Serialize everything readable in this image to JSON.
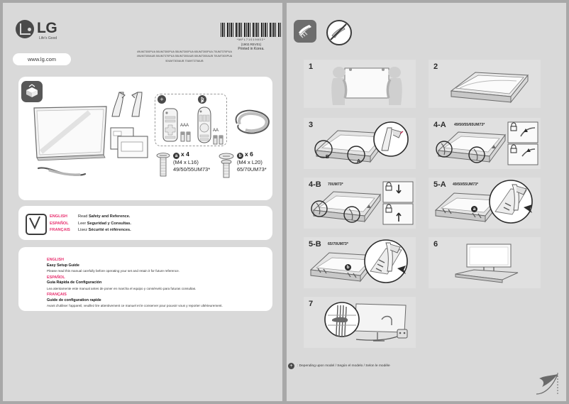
{
  "document": {
    "brand": "LG",
    "brand_tagline": "Life's Good",
    "website": "www.lg.com",
    "barcode_number": "*MFL71019802*",
    "revision": "(1902.REV01)",
    "printed_in": "Printed in Korea.",
    "model_lines": [
      "49UM7300PUA 50UM7300PUA 55UM7300PUA 65UM7300PUA 70UM7370PUA",
      "49UM7300AUB 50UM7370PUA 55UM7300AUB 65UM7300AUB 70UM7300PUA",
      "50UM7300AUB 70UM7370AUB"
    ]
  },
  "parts": {
    "box_icon": "open-box-icon",
    "items": [
      "tv-panel",
      "stand-legs",
      "manuals",
      "cable-tie",
      "cable-holder"
    ],
    "remote_standard_badge": "plus-badge",
    "remote_magic_badge": "bluetooth-badge",
    "battery_aaa": "AAA",
    "battery_aa": "AA",
    "screws": [
      {
        "chip": "a",
        "count": "x 4",
        "spec": "(M4 x L16)",
        "models": "49/50/55UM73*"
      },
      {
        "chip": "b",
        "count": "x 6",
        "spec": "(M4 x L20)",
        "models": "65/70UM73*"
      }
    ]
  },
  "safety": {
    "icon": "checkmark-manual-icon",
    "rows": [
      {
        "lang": "ENGLISH",
        "text_plain": "Read ",
        "text_bold": "Safety and Reference."
      },
      {
        "lang": "ESPAÑOL",
        "text_plain": "Leer ",
        "text_bold": "Seguridad y Consultas."
      },
      {
        "lang": "FRANÇAIS",
        "text_plain": "Lisez ",
        "text_bold": "Sécurité et références."
      }
    ]
  },
  "guide": {
    "blocks": [
      {
        "lang": "ENGLISH",
        "title": "Easy Setup Guide",
        "desc": "Please read this manual carefully before operating your set and retain it for future reference."
      },
      {
        "lang": "ESPAÑOL",
        "title": "Guía Rápida de Configuración",
        "desc": "Lea atentamente este manual antes de poner en marcha el equipo y consérvelo para futuras consultas."
      },
      {
        "lang": "FRANÇAIS",
        "title": "Guide de configuration rapide",
        "desc": "Avant d'utiliser l'appareil, veuillez lire attentivement ce manuel et le conserver pour pouvoir vous y reporter ultérieurement."
      }
    ]
  },
  "handling_icons": [
    {
      "name": "wear-gloves-icon"
    },
    {
      "name": "do-not-press-screen-icon"
    }
  ],
  "steps": [
    {
      "id": "1",
      "num": "1",
      "sub": "",
      "labels": []
    },
    {
      "id": "2",
      "num": "2",
      "sub": "",
      "labels": []
    },
    {
      "id": "3",
      "num": "3",
      "sub": "",
      "labels": [
        "A",
        "B"
      ]
    },
    {
      "id": "4-A",
      "num": "4-A",
      "sub": "49/50/55/65UM73*",
      "labels": []
    },
    {
      "id": "4-B",
      "num": "4-B",
      "sub": "70UM73*",
      "labels": []
    },
    {
      "id": "5-A",
      "num": "5-A",
      "sub": "49/50/55UM73*",
      "labels": [
        "a"
      ]
    },
    {
      "id": "5-B",
      "num": "5-B",
      "sub": "65/70UM73*",
      "labels": [
        "b"
      ]
    },
    {
      "id": "6",
      "num": "6",
      "sub": "",
      "labels": []
    },
    {
      "id": "7",
      "num": "7",
      "sub": "",
      "labels": []
    }
  ],
  "footnote": {
    "badge": "+",
    "text": ": Depending upon model / Según el modelo / Selon le modèle"
  },
  "colors": {
    "accent_pink": "#e8306f",
    "panel_gray": "#e0e0e0",
    "sheet_gray": "#d9d9d9",
    "dark": "#3c3c3c"
  }
}
